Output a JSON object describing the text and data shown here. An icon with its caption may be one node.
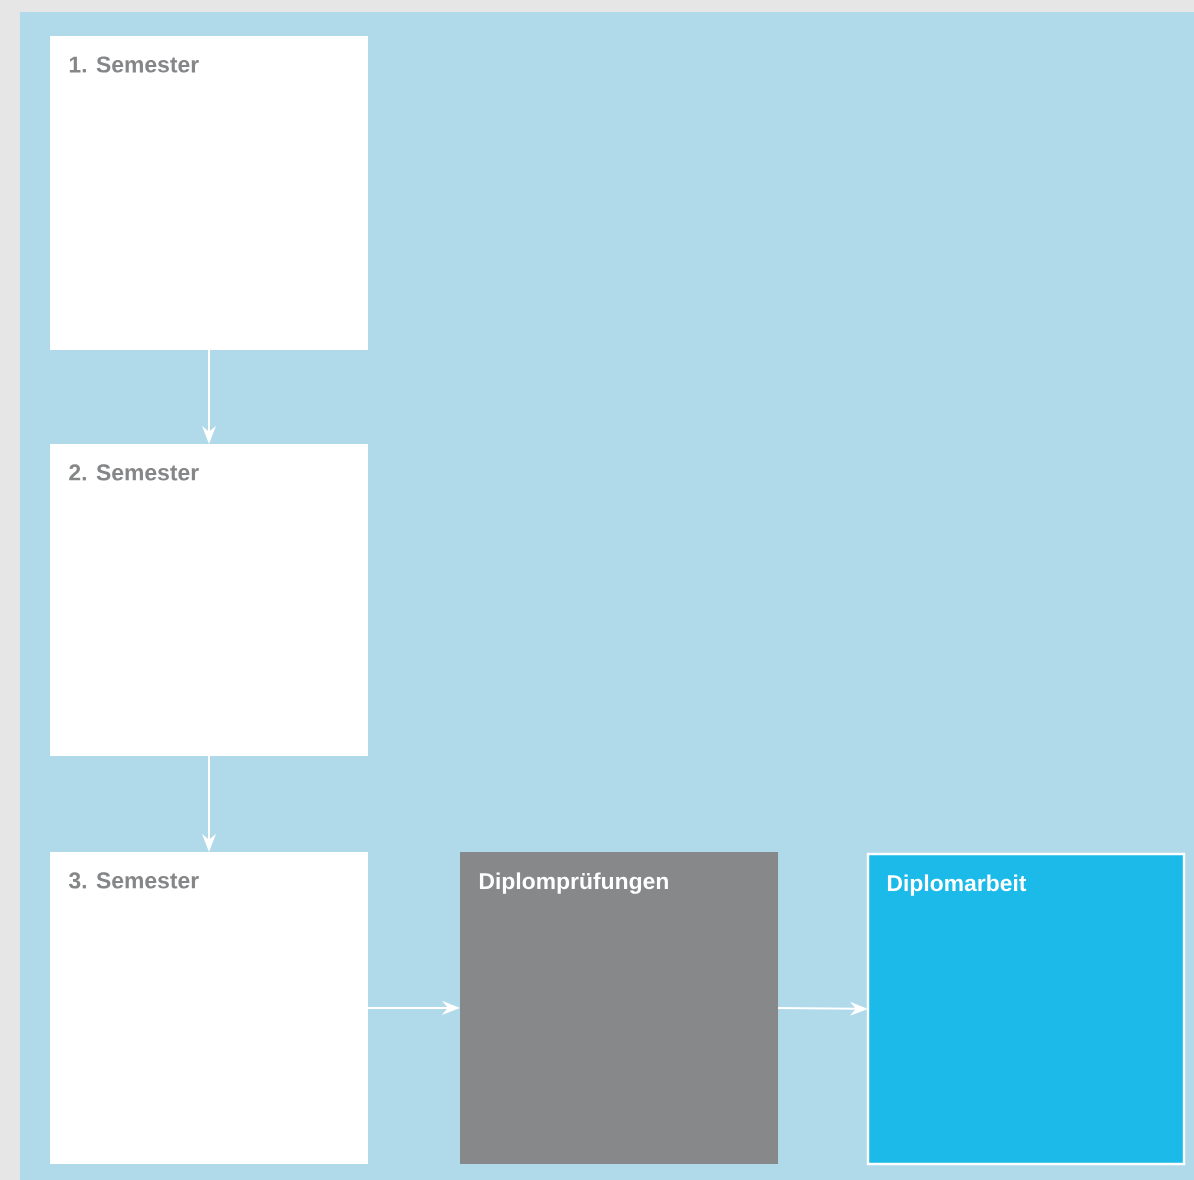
{
  "diagram": {
    "nodes": [
      {
        "text": [
          "1. Semester"
        ]
      },
      {
        "text": [
          "2. Semester"
        ]
      },
      {
        "text": [
          "3. Semester"
        ]
      },
      {
        "text": [
          "Diplomprüfungen"
        ]
      },
      {
        "text": [
          "Diplomarbeit"
        ]
      }
    ],
    "edges": [
      {
        "from": 0,
        "to": 1,
        "arrow": "to"
      },
      {
        "from": 1,
        "to": 2,
        "arrow": "to"
      },
      {
        "from": 2,
        "to": 3,
        "arrow": "to"
      },
      {
        "from": 3,
        "to": 4,
        "arrow": "to"
      }
    ]
  }
}
